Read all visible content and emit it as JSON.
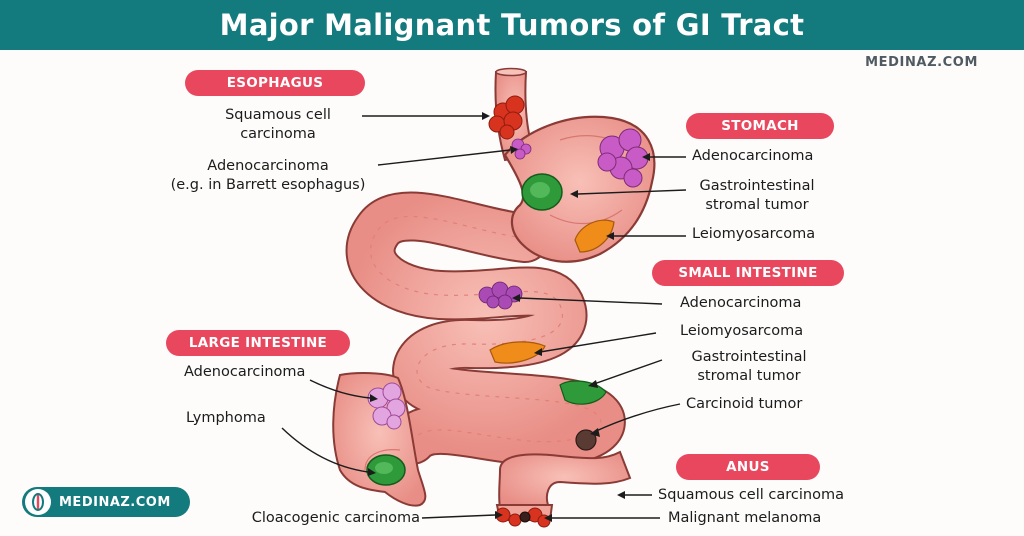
{
  "title": "Major Malignant Tumors of GI Tract",
  "watermark": "MEDINAZ.COM",
  "brand_badge": "MEDINAZ.COM",
  "sections": {
    "esophagus": {
      "heading": "ESOPHAGUS",
      "scc_line1": "Squamous cell",
      "scc_line2": "carcinoma",
      "adeno_line1": "Adenocarcinoma",
      "adeno_line2": "(e.g. in Barrett esophagus)"
    },
    "stomach": {
      "heading": "STOMACH",
      "adeno": "Adenocarcinoma",
      "gist_line1": "Gastrointestinal",
      "gist_line2": "stromal tumor",
      "leio": "Leiomyosarcoma"
    },
    "small_intestine": {
      "heading": "SMALL INTESTINE",
      "adeno": "Adenocarcinoma",
      "leio": "Leiomyosarcoma",
      "gist_line1": "Gastrointestinal",
      "gist_line2": "stromal tumor",
      "carcinoid": "Carcinoid tumor"
    },
    "large_intestine": {
      "heading": "LARGE INTESTINE",
      "adeno": "Adenocarcinoma",
      "lymphoma": "Lymphoma"
    },
    "anus": {
      "heading": "ANUS",
      "scc": "Squamous cell carcinoma",
      "melanoma": "Malignant melanoma",
      "cloaco": "Cloacogenic carcinoma"
    }
  },
  "colors": {
    "title_bar": "#137a7e",
    "heading_pill": "#e8475e",
    "tissue": "#f2a49b",
    "tissue_outline": "#8a3b36",
    "squamous_tumor": "#d8331f",
    "adenocarcinoma_tumor": "#c95bc6",
    "gist_tumor": "#2f9a3a",
    "leiomyosarcoma_tumor": "#f08c1a",
    "carcinoid_tumor": "#5a3b34"
  }
}
